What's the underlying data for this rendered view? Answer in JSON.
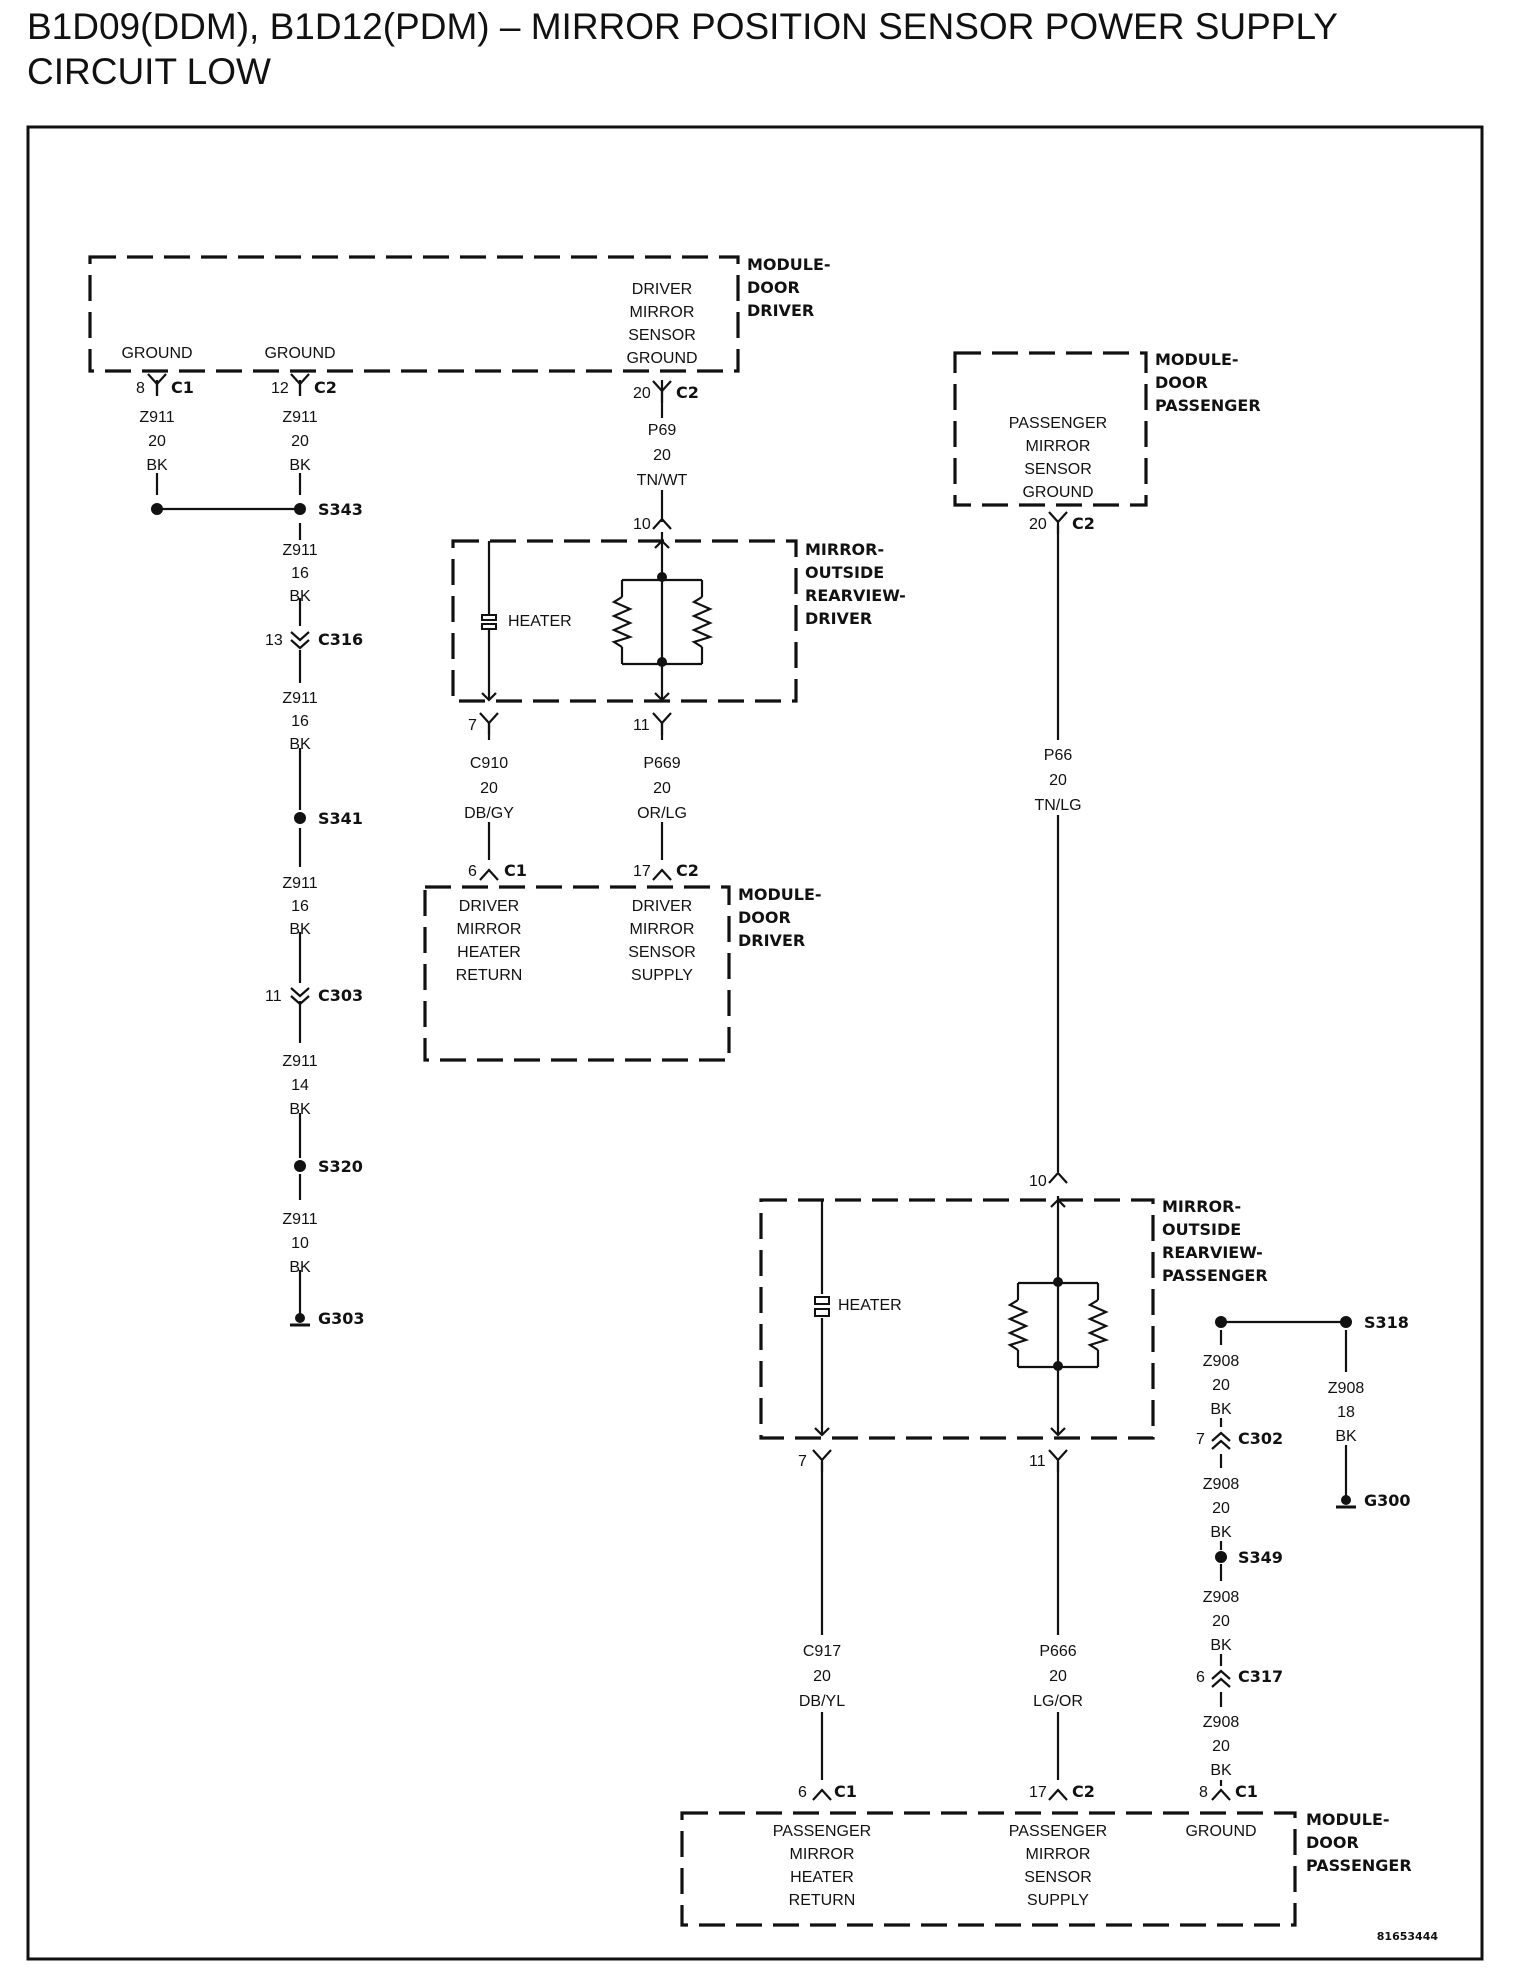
{
  "title": {
    "line1": "B1D09(DDM), B1D12(PDM) – MIRROR POSITION SENSOR POWER SUPPLY",
    "line2": "CIRCUIT LOW"
  },
  "figure_code": "81653444",
  "modules": {
    "door_driver_top": {
      "name": [
        "MODULE-",
        "DOOR",
        "DRIVER"
      ],
      "pin_ground1": "GROUND",
      "pin_ground2": "GROUND",
      "pin_sensor_ground": [
        "DRIVER",
        "MIRROR",
        "SENSOR",
        "GROUND"
      ]
    },
    "door_passenger_top": {
      "name": [
        "MODULE-",
        "DOOR",
        "PASSENGER"
      ],
      "pin_sensor_ground": [
        "PASSENGER",
        "MIRROR",
        "SENSOR",
        "GROUND"
      ]
    },
    "door_driver_bottom": {
      "name": [
        "MODULE-",
        "DOOR",
        "DRIVER"
      ],
      "pin_heater_return": [
        "DRIVER",
        "MIRROR",
        "HEATER",
        "RETURN"
      ],
      "pin_sensor_supply": [
        "DRIVER",
        "MIRROR",
        "SENSOR",
        "SUPPLY"
      ]
    },
    "door_passenger_bottom": {
      "name": [
        "MODULE-",
        "DOOR",
        "PASSENGER"
      ],
      "pin_heater_return": [
        "PASSENGER",
        "MIRROR",
        "HEATER",
        "RETURN"
      ],
      "pin_sensor_supply": [
        "PASSENGER",
        "MIRROR",
        "SENSOR",
        "SUPPLY"
      ],
      "pin_ground": "GROUND"
    }
  },
  "mirrors": {
    "driver": {
      "name": [
        "MIRROR-",
        "OUTSIDE",
        "REARVIEW-",
        "DRIVER"
      ],
      "heater_label": "HEATER"
    },
    "passenger": {
      "name": [
        "MIRROR-",
        "OUTSIDE",
        "REARVIEW-",
        "PASSENGER"
      ],
      "heater_label": "HEATER"
    }
  },
  "connectors": {
    "ddm_c1_8": {
      "pin": "8",
      "name": "C1"
    },
    "ddm_c2_12": {
      "pin": "12",
      "name": "C2"
    },
    "ddm_c2_20": {
      "pin": "20",
      "name": "C2"
    },
    "pdm_c2_20": {
      "pin": "20",
      "name": "C2"
    },
    "c316": {
      "pin": "13",
      "name": "C316"
    },
    "c303": {
      "pin": "11",
      "name": "C303"
    },
    "mirror_drv_10": {
      "pin": "10"
    },
    "mirror_drv_7": {
      "pin": "7"
    },
    "mirror_drv_11": {
      "pin": "11"
    },
    "ddm_c1_6": {
      "pin": "6",
      "name": "C1"
    },
    "ddm_c2_17": {
      "pin": "17",
      "name": "C2"
    },
    "mirror_pass_10": {
      "pin": "10"
    },
    "mirror_pass_7": {
      "pin": "7"
    },
    "mirror_pass_11": {
      "pin": "11"
    },
    "c302": {
      "pin": "7",
      "name": "C302"
    },
    "c317": {
      "pin": "6",
      "name": "C317"
    },
    "pdm_c1_6": {
      "pin": "6",
      "name": "C1"
    },
    "pdm_c2_17": {
      "pin": "17",
      "name": "C2"
    },
    "pdm_c1_8": {
      "pin": "8",
      "name": "C1"
    }
  },
  "splices": {
    "s343": "S343",
    "s341": "S341",
    "s320": "S320",
    "s318": "S318",
    "s349": "S349"
  },
  "grounds": {
    "g303": "G303",
    "g300": "G300"
  },
  "wires": {
    "w_z911_a": [
      "Z911",
      "20",
      "BK"
    ],
    "w_z911_b": [
      "Z911",
      "20",
      "BK"
    ],
    "w_p69": [
      "P69",
      "20",
      "TN/WT"
    ],
    "w_z911_c": [
      "Z911",
      "16",
      "BK"
    ],
    "w_z911_d": [
      "Z911",
      "16",
      "BK"
    ],
    "w_z911_e": [
      "Z911",
      "16",
      "BK"
    ],
    "w_z911_f": [
      "Z911",
      "14",
      "BK"
    ],
    "w_z911_g": [
      "Z911",
      "10",
      "BK"
    ],
    "w_c910": [
      "C910",
      "20",
      "DB/GY"
    ],
    "w_p669": [
      "P669",
      "20",
      "OR/LG"
    ],
    "w_p66": [
      "P66",
      "20",
      "TN/LG"
    ],
    "w_c917": [
      "C917",
      "20",
      "DB/YL"
    ],
    "w_p666": [
      "P666",
      "20",
      "LG/OR"
    ],
    "w_z908_a": [
      "Z908",
      "20",
      "BK"
    ],
    "w_z908_b": [
      "Z908",
      "20",
      "BK"
    ],
    "w_z908_c": [
      "Z908",
      "20",
      "BK"
    ],
    "w_z908_d": [
      "Z908",
      "20",
      "BK"
    ],
    "w_z908_e": [
      "Z908",
      "18",
      "BK"
    ]
  }
}
